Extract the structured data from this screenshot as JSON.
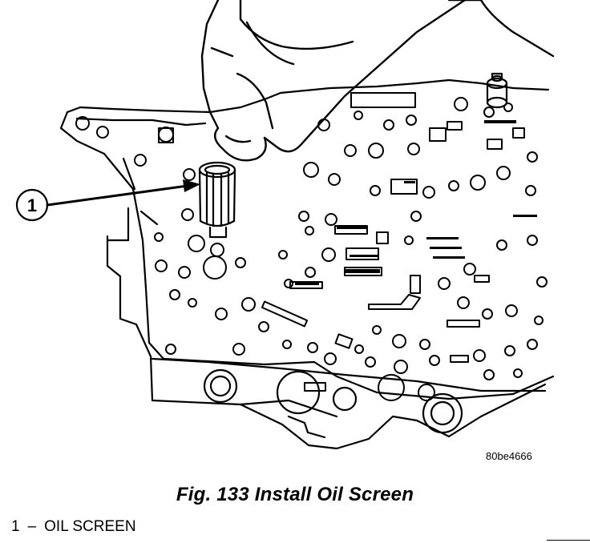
{
  "figure": {
    "id": "80be4666",
    "caption": "Fig. 133 Install Oil Screen"
  },
  "callouts": [
    {
      "number": "1",
      "label": "OIL SCREEN"
    }
  ],
  "legend": {
    "items": [
      {
        "number": "1",
        "dash": "–",
        "label": "OIL SCREEN"
      }
    ]
  }
}
